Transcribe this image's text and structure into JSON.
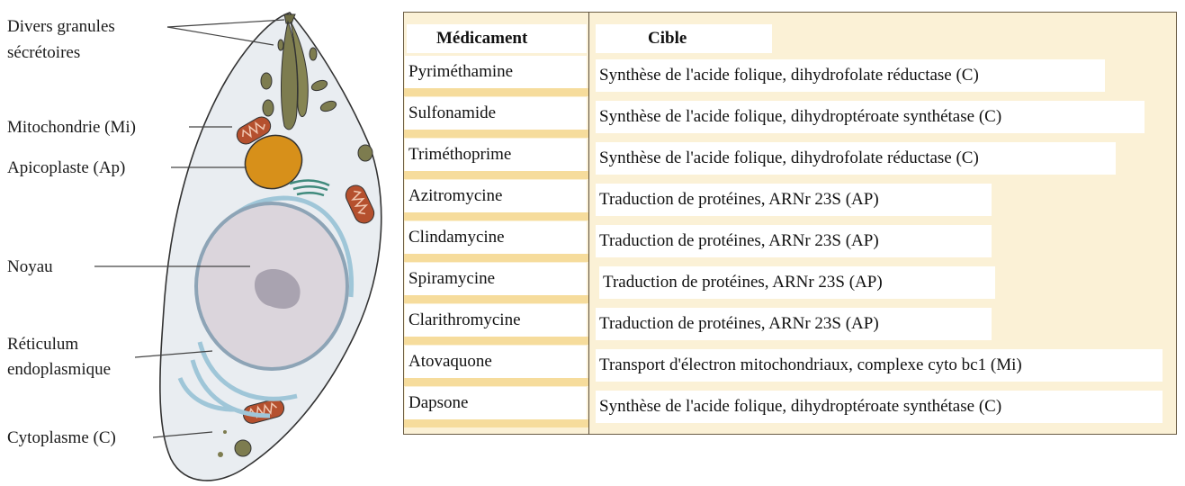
{
  "diagram": {
    "labels": {
      "granules_line1": "Divers granules",
      "granules_line2": "sécrétoires",
      "mitochondria": "Mitochondrie (Mi)",
      "apicoplast": "Apicoplaste (Ap)",
      "nucleus": "Noyau",
      "er_line1": "Réticulum",
      "er_line2": "endoplasmique",
      "cytoplasm": "Cytoplasme (C)"
    }
  },
  "table": {
    "headers": {
      "drug": "Médicament",
      "target": "Cible"
    },
    "rows": [
      {
        "drug": "Pyriméthamine",
        "target": "Synthèse de l'acide folique, dihydrofolate réductase (C)"
      },
      {
        "drug": "Sulfonamide",
        "target": "Synthèse de l'acide folique, dihydroptéroate synthétase (C)"
      },
      {
        "drug": "Triméthoprime",
        "target": "Synthèse de l'acide folique, dihydrofolate réductase (C)"
      },
      {
        "drug": "Azitromycine",
        "target": "Traduction de protéines, ARNr 23S (AP)"
      },
      {
        "drug": "Clindamycine",
        "target": "Traduction de protéines, ARNr 23S (AP)"
      },
      {
        "drug": "Spiramycine",
        "target": "Traduction de protéines, ARNr 23S (AP)"
      },
      {
        "drug": "Clarithromycine",
        "target": "Traduction de protéines, ARNr 23S (AP)"
      },
      {
        "drug": "Atovaquone",
        "target": "Transport d'électron mitochondriaux, complexe cyto bc1 (Mi)"
      },
      {
        "drug": "Dapsone",
        "target": "Synthèse de l'acide folique, dihydroptéroate synthétase (C)"
      }
    ]
  },
  "colors": {
    "cell_body": "#e9edf1",
    "apicoplast": "#d7901a",
    "mitochondria": "#b5502e",
    "granules": "#7d7c4f",
    "nucleus": "#c7c1cc",
    "er": "#9fc6d8",
    "table_bg": "#fbf1d6",
    "stripe": "#f6dc9c"
  }
}
